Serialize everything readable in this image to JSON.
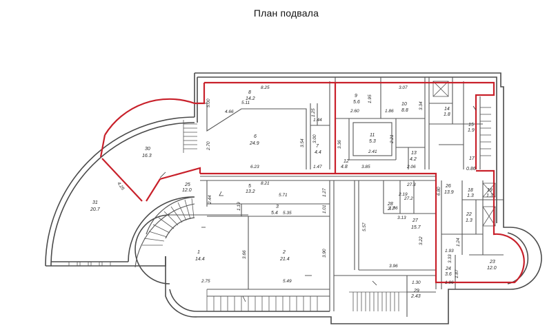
{
  "title": "План подвала",
  "colors": {
    "wall": "#4a4a4a",
    "highlight": "#c8202a",
    "background": "#ffffff"
  },
  "rooms": [
    {
      "num": "8",
      "area": "14.2"
    },
    {
      "num": "9",
      "area": "5.6"
    },
    {
      "num": "10",
      "area": "8.8"
    },
    {
      "num": "6",
      "area": "24.9"
    },
    {
      "num": "7",
      "area": "4.4"
    },
    {
      "num": "11",
      "area": "5.3"
    },
    {
      "num": "12",
      "area": "4.8"
    },
    {
      "num": "13",
      "area": "4.2"
    },
    {
      "num": "30",
      "area": "16.3"
    },
    {
      "num": "31",
      "area": "20.7"
    },
    {
      "num": "25",
      "area": "12.0"
    },
    {
      "num": "5",
      "area": "13.2"
    },
    {
      "num": "3",
      "area": "5.4"
    },
    {
      "num": "1",
      "area": "14.4"
    },
    {
      "num": "2",
      "area": "21.4"
    },
    {
      "num": "27",
      "area": "15.7"
    },
    {
      "num": "26",
      "area": "13.9"
    },
    {
      "num": "17",
      "area": "0.86"
    },
    {
      "num": "15",
      "area": "1.9"
    },
    {
      "num": "14",
      "area": "1.8"
    },
    {
      "num": "18",
      "area": "1.3"
    },
    {
      "num": "19",
      "area": "1.3"
    },
    {
      "num": "22",
      "area": "1.3"
    },
    {
      "num": "23",
      "area": "12.0"
    },
    {
      "num": "24",
      "area": "3.6"
    },
    {
      "num": "28",
      "area": "2.7"
    },
    {
      "num": "29",
      "area": "2.43"
    }
  ],
  "dims": [
    "8.25",
    "5.11",
    "4.66",
    "3.07",
    "2.60",
    "1.95",
    "1.86",
    "3.34",
    "1.25",
    "1.44",
    "2.70",
    "3.54",
    "3.00",
    "6.23",
    "1.47",
    "3.36",
    "2.41",
    "2.21",
    "3.85",
    "2.06",
    "4.25",
    "8.21",
    "5.71",
    "2.44",
    "1.19",
    "5.35",
    "1.01",
    "1.27",
    "5.57",
    "3.13",
    "3.22",
    "3.96",
    "3.66",
    "3.90",
    "2.75",
    "5.49",
    "1.30",
    "6.80",
    "1.93",
    "1.24",
    "3.33",
    "1.87",
    "1.96",
    "5.00",
    "1.36",
    "2.19",
    "27.3",
    "27.2"
  ]
}
